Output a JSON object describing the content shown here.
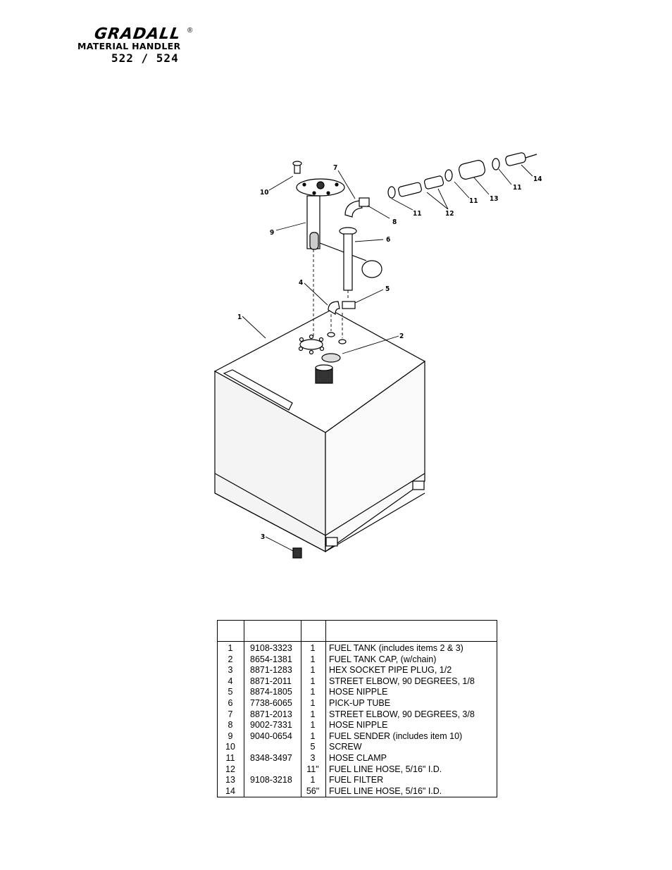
{
  "header": {
    "brand": "GRADALL",
    "registered_mark": "®",
    "subtitle": "MATERIAL HANDLER",
    "model": "522 / 524"
  },
  "diagram": {
    "callouts": [
      "10",
      "7",
      "9",
      "8",
      "11",
      "12",
      "11",
      "13",
      "11",
      "14",
      "6",
      "4",
      "5",
      "1",
      "2",
      "3"
    ]
  },
  "parts_table": {
    "rows": [
      {
        "item": "1",
        "part": "9108-3323",
        "qty": "1",
        "desc": "FUEL TANK (includes items 2 & 3)"
      },
      {
        "item": "2",
        "part": "8654-1381",
        "qty": "1",
        "desc": "FUEL TANK CAP, (w/chain)"
      },
      {
        "item": "3",
        "part": "8871-1283",
        "qty": "1",
        "desc": "HEX SOCKET PIPE PLUG, 1/2"
      },
      {
        "item": "4",
        "part": "8871-2011",
        "qty": "1",
        "desc": "STREET ELBOW, 90 DEGREES, 1/8"
      },
      {
        "item": "5",
        "part": "8874-1805",
        "qty": "1",
        "desc": "HOSE NIPPLE"
      },
      {
        "item": "6",
        "part": "7738-6065",
        "qty": "1",
        "desc": "PICK-UP TUBE"
      },
      {
        "item": "7",
        "part": "8871-2013",
        "qty": "1",
        "desc": "STREET ELBOW, 90 DEGREES, 3/8"
      },
      {
        "item": "8",
        "part": "9002-7331",
        "qty": "1",
        "desc": "HOSE NIPPLE"
      },
      {
        "item": "9",
        "part": "9040-0654",
        "qty": "1",
        "desc": "FUEL SENDER (includes item 10)"
      },
      {
        "item": "10",
        "part": "",
        "qty": "5",
        "desc": "SCREW"
      },
      {
        "item": "11",
        "part": "8348-3497",
        "qty": "3",
        "desc": "HOSE CLAMP"
      },
      {
        "item": "12",
        "part": "",
        "qty": "11\"",
        "desc": "FUEL LINE HOSE, 5/16\" I.D."
      },
      {
        "item": "13",
        "part": "9108-3218",
        "qty": "1",
        "desc": "FUEL FILTER"
      },
      {
        "item": "14",
        "part": "",
        "qty": "56\"",
        "desc": "FUEL LINE HOSE, 5/16\" I.D."
      }
    ]
  }
}
